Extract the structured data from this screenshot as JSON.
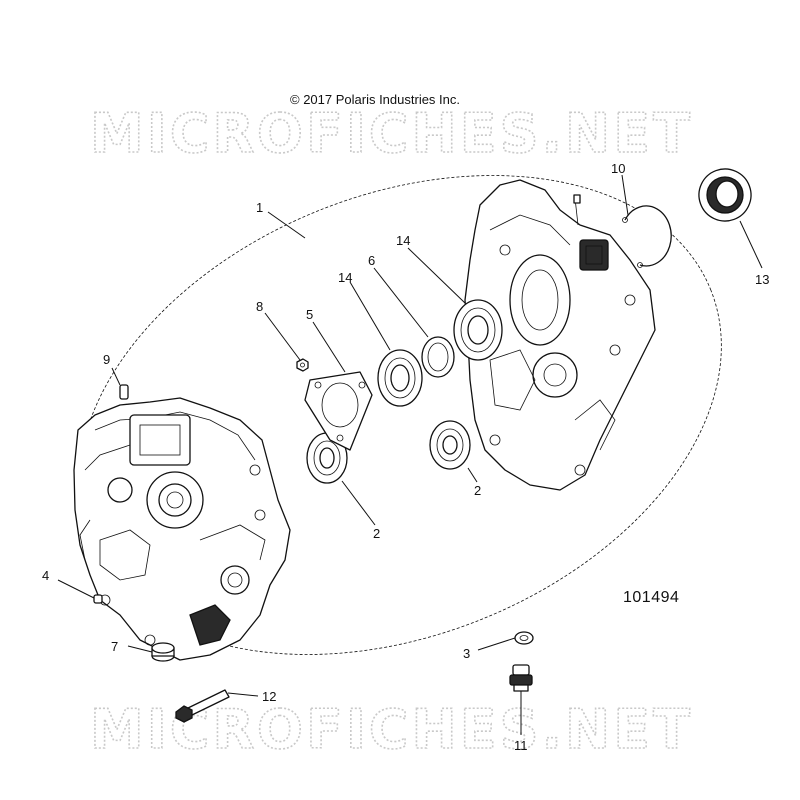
{
  "copyright": "© 2017 Polaris Industries Inc.",
  "watermark": "MICROFICHES.NET",
  "figure_number": "101494",
  "callouts": {
    "c1": "1",
    "c2a": "2",
    "c2b": "2",
    "c3": "3",
    "c4": "4",
    "c5": "5",
    "c6": "6",
    "c7": "7",
    "c8": "8",
    "c9": "9",
    "c10": "10",
    "c11": "11",
    "c12": "12",
    "c13": "13",
    "c14a": "14",
    "c14b": "14"
  }
}
